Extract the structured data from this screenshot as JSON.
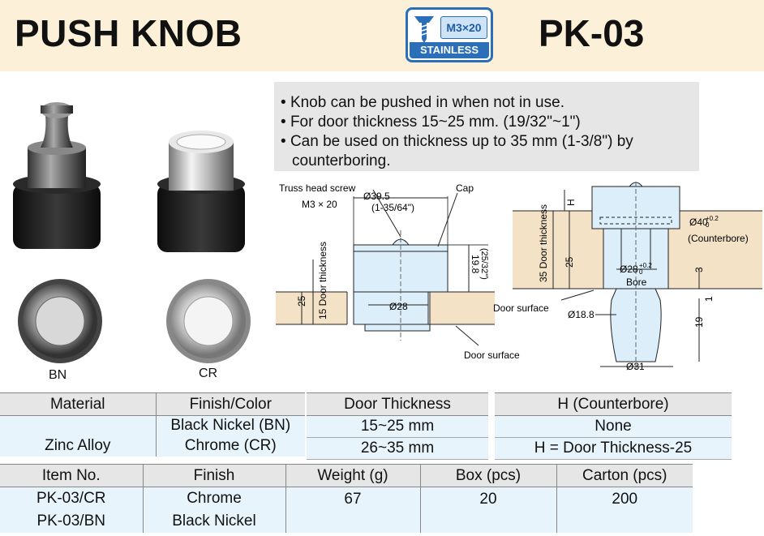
{
  "header": {
    "title": "PUSH KNOB",
    "model": "PK-03",
    "badge_spec": "M3×20",
    "badge_material": "STAINLESS"
  },
  "features": [
    "Knob can be pushed in when not in use.",
    "For door thickness 15~25 mm. (19/32\"~1\")",
    "Can be used on thickness up to 35 mm (1-3/8\") by counterboring."
  ],
  "photos": {
    "bn_label": "BN",
    "cr_label": "CR"
  },
  "diagram_left": {
    "truss_label": "Truss head screw",
    "screw_spec": "M3 × 20",
    "dia_top": "Ø39.5",
    "dia_top_in": "(1-35/64\")",
    "cap_label": "Cap",
    "height": "19.8",
    "height_in": "(25/32\")",
    "thickness_label": "15 Door thickness",
    "dim_25": "25",
    "bore": "Ø28",
    "door_surface": "Door surface"
  },
  "diagram_right": {
    "h_label": "H",
    "thickness_label": "35 Door thickness",
    "dim_25": "25",
    "counterbore_dia": "Ø40",
    "counterbore_tol": "+0.2",
    "counterbore_tol_low": "0",
    "counterbore_label": "(Counterbore)",
    "bore_dia": "Ø28",
    "bore_tol": "+0.2",
    "bore_tol_low": "0",
    "bore_label": "Bore",
    "door_surface": "Door surface",
    "dim_3": "3",
    "dim_1": "1",
    "dim_19": "19",
    "dia_18": "Ø18.8",
    "dia_31": "Ø31"
  },
  "table_material": {
    "headers": [
      "Material",
      "Finish/Color"
    ],
    "material": "Zinc Alloy",
    "finishes": [
      "Black Nickel (BN)",
      "Chrome (CR)"
    ]
  },
  "table_thickness": {
    "header": "Door Thickness",
    "rows": [
      "15~25 mm",
      "26~35 mm"
    ]
  },
  "table_counterbore": {
    "header": "H (Counterbore)",
    "rows": [
      "None",
      "H = Door Thickness-25"
    ]
  },
  "table_items": {
    "headers": [
      "Item No.",
      "Finish",
      "Weight (g)",
      "Box (pcs)",
      "Carton (pcs)"
    ],
    "rows": [
      {
        "item": "PK-03/CR",
        "finish": "Chrome"
      },
      {
        "item": "PK-03/BN",
        "finish": "Black Nickel"
      }
    ],
    "weight": "67",
    "box": "20",
    "carton": "200"
  },
  "colors": {
    "header_bg": "#fdf0d8",
    "badge_blue": "#2a6fb8",
    "table_header": "#e6e6e6",
    "table_cell": "#e8f4fb",
    "door_fill": "#f3e2c6",
    "part_fill": "#dbeef9"
  }
}
